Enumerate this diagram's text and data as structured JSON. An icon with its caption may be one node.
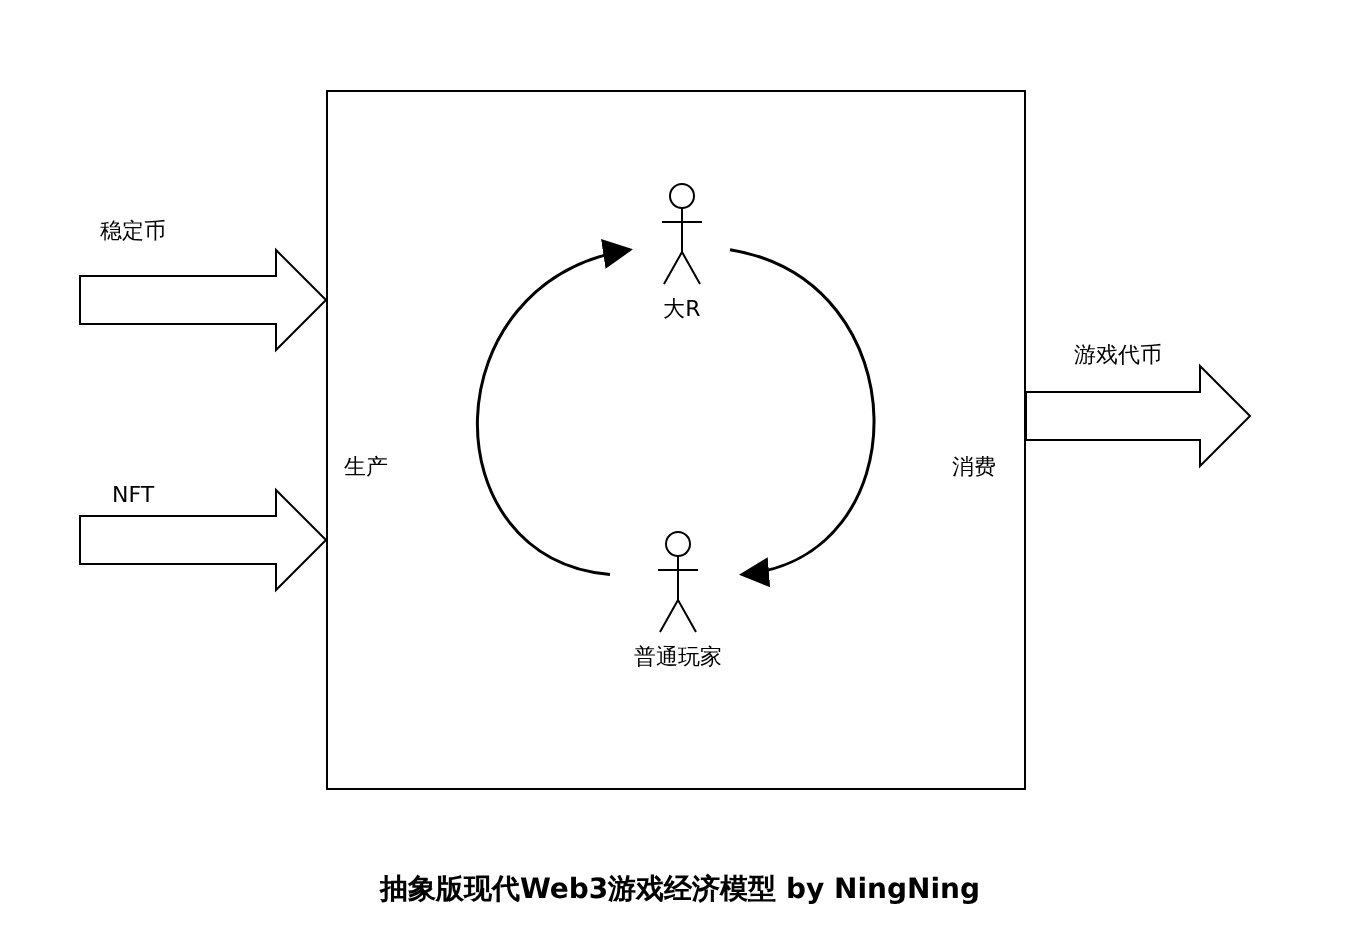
{
  "diagram": {
    "title": "抽象版现代Web3游戏经济模型 by NingNing",
    "nodes": [
      {
        "text": [],
        "shape": "box"
      },
      {
        "text": [
          "大R"
        ],
        "in": 0
      },
      {
        "text": [
          "普通玩家"
        ],
        "in": 0
      }
    ],
    "edges": [
      {
        "from": null,
        "to": 0,
        "arrow": "to",
        "label": "稳定币"
      },
      {
        "from": null,
        "to": 0,
        "arrow": "to",
        "label": "NFT"
      },
      {
        "from": 2,
        "to": 1,
        "arrow": "to",
        "label": "生产"
      },
      {
        "from": 1,
        "to": 2,
        "arrow": "to",
        "label": "消费"
      },
      {
        "from": 0,
        "to": null,
        "arrow": "to",
        "label": "游戏代币"
      }
    ]
  }
}
